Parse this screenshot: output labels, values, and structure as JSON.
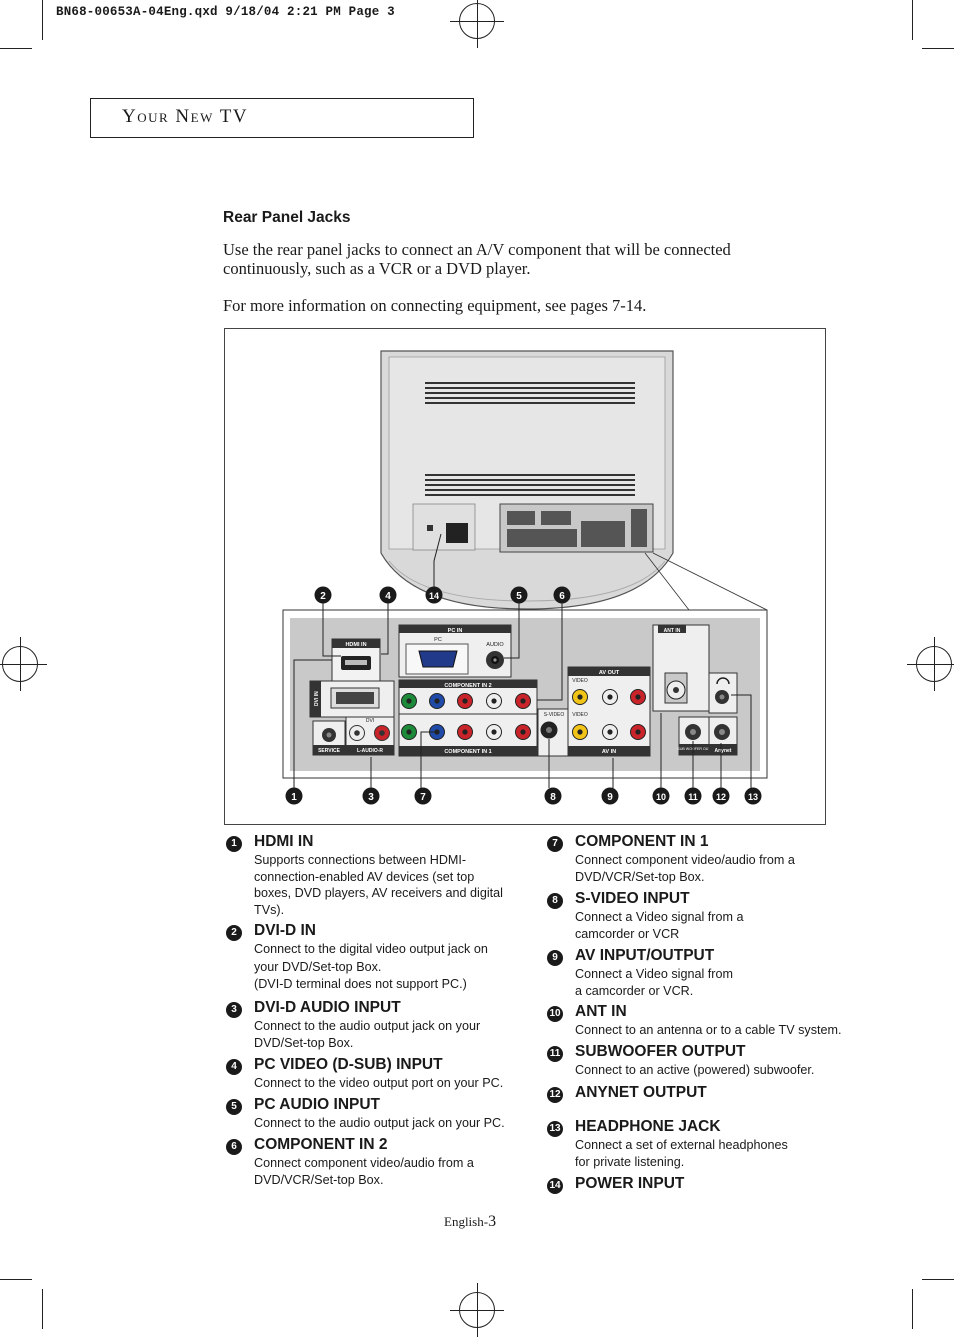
{
  "slug": "BN68-00653A-04Eng.qxd  9/18/04 2:21 PM  Page 3",
  "section_title": "Your New TV",
  "heading": "Rear Panel Jacks",
  "intro": [
    "Use the rear panel jacks to connect an A/V component that will be connected",
    "continuously, such as a VCR or a DVD player."
  ],
  "more_info": "For more information on connecting equipment, see pages 7-14.",
  "figure": {
    "callouts_top": [
      "2",
      "4",
      "14",
      "5",
      "6"
    ],
    "callouts_bottom": [
      "1",
      "3",
      "7",
      "8",
      "9",
      "10",
      "11",
      "12",
      "13"
    ],
    "panel_labels": {
      "hdmi": "HDMI IN",
      "pc_in": "PC IN",
      "pc": "PC",
      "audio": "AUDIO",
      "dvi": "DVI IN",
      "dvi_small": "DVI",
      "service": "SERVICE",
      "audio_lr": "L-AUDIO-R",
      "comp2": "COMPONENT IN 2",
      "comp1": "COMPONENT IN 1",
      "svideo": "S-VIDEO",
      "av_out": "AV OUT",
      "av_in": "AV IN",
      "video": "VIDEO",
      "ant_in": "ANT IN",
      "sub_out": "SUB WOOFER OUT",
      "anynet": "Anynet"
    }
  },
  "items_left": [
    {
      "n": "1",
      "title": "HDMI IN",
      "desc": "Supports connections between HDMI-\nconnection-enabled AV devices (set top\nboxes, DVD players, AV receivers and digital\nTVs)."
    },
    {
      "n": "2",
      "title": "DVI-D IN",
      "desc": "Connect to the digital video output jack on\nyour DVD/Set-top Box.\n(DVI-D terminal does not support PC.)"
    },
    {
      "n": "3",
      "title": "DVI-D AUDIO INPUT",
      "desc": "Connect to the audio output jack on your\nDVD/Set-top Box."
    },
    {
      "n": "4",
      "title": "PC VIDEO (D-SUB) INPUT",
      "desc": "Connect to the video output port on your PC."
    },
    {
      "n": "5",
      "title": "PC AUDIO INPUT",
      "desc": "Connect to the audio output jack on your PC."
    },
    {
      "n": "6",
      "title": "COMPONENT IN 2",
      "desc": "Connect component video/audio from a\nDVD/VCR/Set-top Box."
    }
  ],
  "items_right": [
    {
      "n": "7",
      "title": "COMPONENT IN 1",
      "desc": "Connect component video/audio from a\nDVD/VCR/Set-top Box."
    },
    {
      "n": "8",
      "title": "S-VIDEO INPUT",
      "desc": "Connect a Video signal from a\ncamcorder or VCR"
    },
    {
      "n": "9",
      "title": "AV INPUT/OUTPUT",
      "desc": "Connect a Video signal from\na camcorder or VCR."
    },
    {
      "n": "10",
      "title": "ANT IN",
      "desc": "Connect to an antenna or to a cable TV system."
    },
    {
      "n": "11",
      "title": "SUBWOOFER OUTPUT",
      "desc": "Connect to an active (powered) subwoofer."
    },
    {
      "n": "12",
      "title": "ANYNET OUTPUT",
      "desc": ""
    },
    {
      "n": "13",
      "title": "HEADPHONE JACK",
      "desc": "Connect a set of external headphones\nfor private listening."
    },
    {
      "n": "14",
      "title": "POWER INPUT",
      "desc": ""
    }
  ],
  "footer": {
    "lang": "English-",
    "page": "3"
  }
}
